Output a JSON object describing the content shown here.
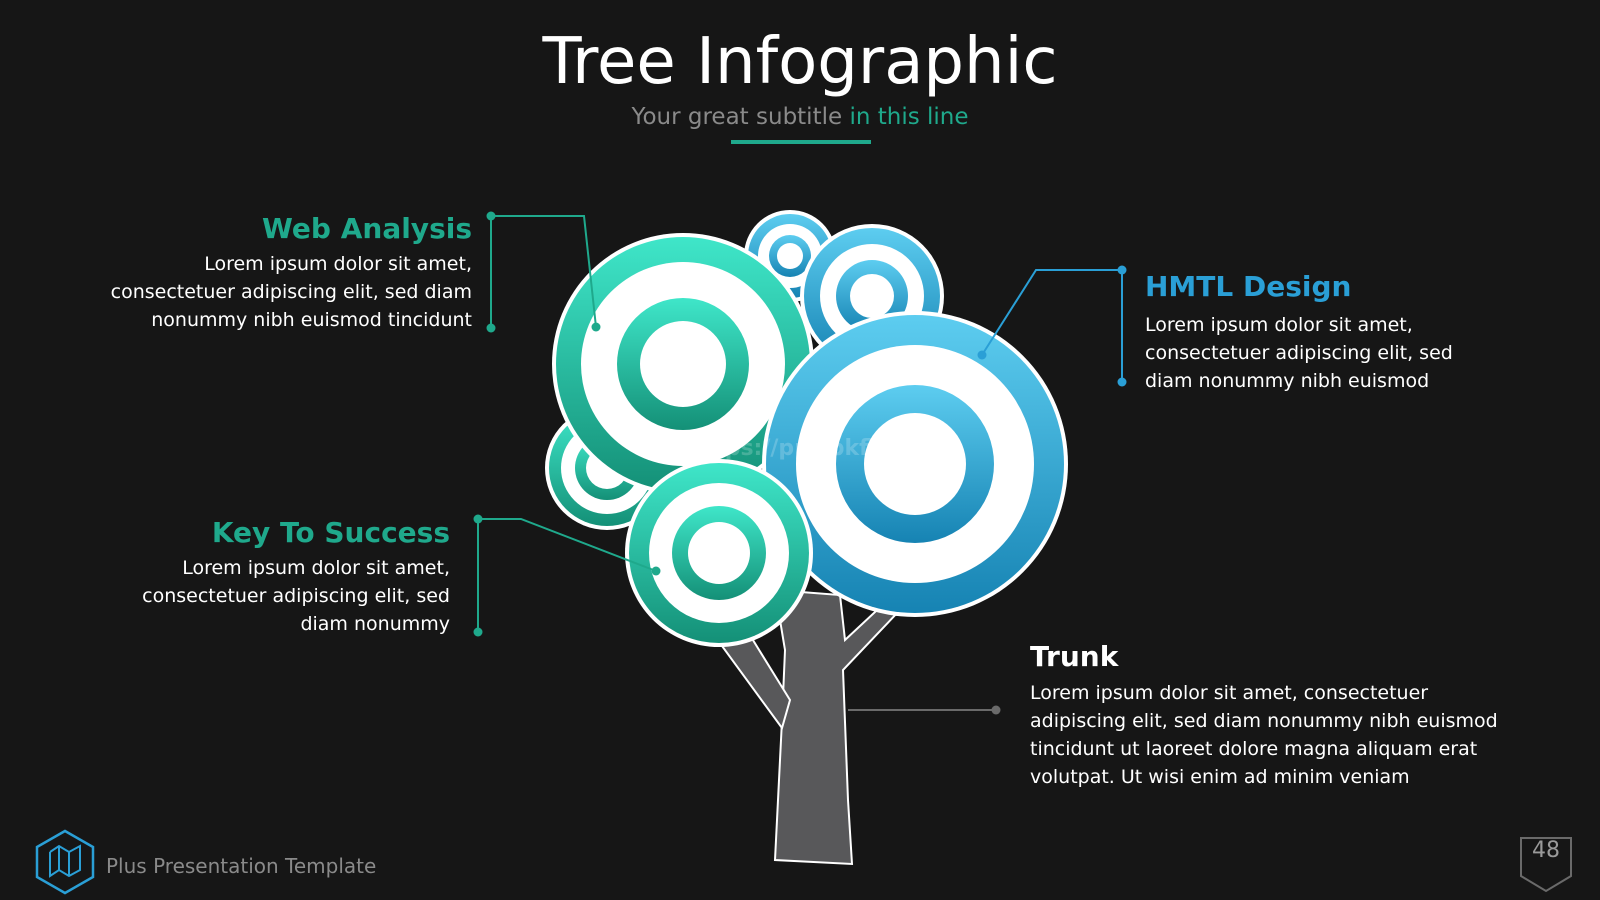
{
  "title": "Tree Infographic",
  "subtitle": {
    "part1": "Your great subtitle",
    "part2": "in this line"
  },
  "sections": {
    "web_analysis": {
      "heading": "Web Analysis",
      "lines": [
        "Lorem ipsum dolor sit amet,",
        "consectetuer adipiscing elit, sed diam",
        "nonummy nibh euismod tincidunt"
      ]
    },
    "key_to_success": {
      "heading": "Key To Success",
      "lines": [
        "Lorem ipsum dolor sit amet,",
        "consectetuer adipiscing elit, sed",
        "diam nonummy"
      ]
    },
    "html_design": {
      "heading": "HMTL Design",
      "lines": [
        "Lorem ipsum dolor sit amet,",
        "consectetuer adipiscing elit, sed",
        "diam nonummy nibh euismod"
      ]
    },
    "trunk": {
      "heading": "Trunk",
      "lines": [
        "Lorem ipsum dolor sit amet, consectetuer",
        "adipiscing elit, sed diam nonummy nibh euismod",
        "tincidunt ut laoreet dolore magna aliquam erat",
        "volutpat. Ut wisi enim ad minim veniam"
      ]
    },
    "watermark": "https://ppt.pkfl.de"
  },
  "footer": {
    "label": "Plus Presentation Template",
    "page_number": "48",
    "logo_icon": "map-icon"
  },
  "colors": {
    "background": "#161616",
    "teal": "#1fa98c",
    "blue": "#2a9fd6",
    "trunk": "#58585a",
    "text": "#ffffff",
    "muted": "#8a8a8a"
  }
}
